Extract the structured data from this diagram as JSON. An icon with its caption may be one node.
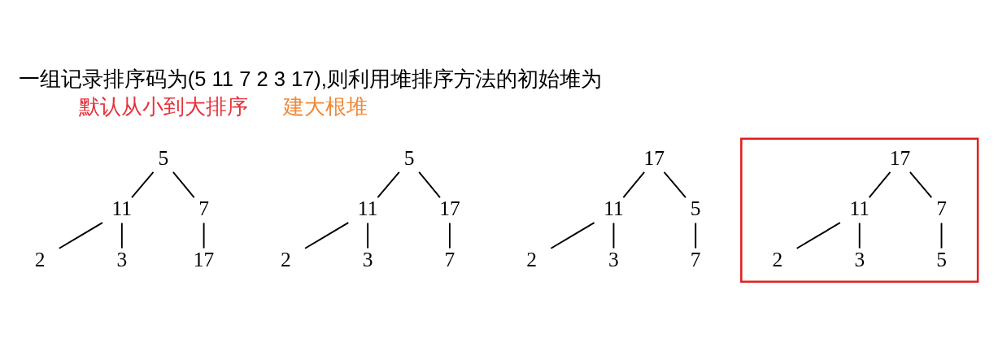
{
  "diagram": {
    "title": "一组记录排序码为(5 11 7 2 3 17),则利用堆排序方法的初始堆为",
    "nodes": [
      {
        "text": [
          "5"
        ]
      },
      {
        "text": [
          "11"
        ]
      },
      {
        "text": [
          "7"
        ]
      },
      {
        "text": [
          "2"
        ]
      },
      {
        "text": [
          "3"
        ]
      },
      {
        "text": [
          "17"
        ]
      },
      {
        "text": [
          "5"
        ]
      },
      {
        "text": [
          "11"
        ]
      },
      {
        "text": [
          "17"
        ]
      },
      {
        "text": [
          "2"
        ]
      },
      {
        "text": [
          "3"
        ]
      },
      {
        "text": [
          "7"
        ]
      },
      {
        "text": [
          "17"
        ]
      },
      {
        "text": [
          "11"
        ]
      },
      {
        "text": [
          "5"
        ]
      },
      {
        "text": [
          "2"
        ]
      },
      {
        "text": [
          "3"
        ]
      },
      {
        "text": [
          "7"
        ]
      },
      {
        "text": [],
        "shape": "box"
      },
      {
        "text": [
          "17"
        ],
        "in": 18
      },
      {
        "text": [
          "11"
        ],
        "in": 18
      },
      {
        "text": [
          "7"
        ],
        "in": 18
      },
      {
        "text": [
          "2"
        ],
        "in": 18
      },
      {
        "text": [
          "3"
        ],
        "in": 18
      },
      {
        "text": [
          "5"
        ],
        "in": 18
      }
    ],
    "edges": [
      {
        "from": 0,
        "to": 1,
        "arrow": "none"
      },
      {
        "from": 0,
        "to": 2,
        "arrow": "none"
      },
      {
        "from": 1,
        "to": 3,
        "arrow": "none"
      },
      {
        "from": 1,
        "to": 4,
        "arrow": "none"
      },
      {
        "from": 2,
        "to": 5,
        "arrow": "none"
      },
      {
        "from": 6,
        "to": 7,
        "arrow": "none"
      },
      {
        "from": 6,
        "to": 8,
        "arrow": "none"
      },
      {
        "from": 7,
        "to": 9,
        "arrow": "none"
      },
      {
        "from": 7,
        "to": 10,
        "arrow": "none"
      },
      {
        "from": 8,
        "to": 11,
        "arrow": "none"
      },
      {
        "from": 12,
        "to": 13,
        "arrow": "none"
      },
      {
        "from": 12,
        "to": 14,
        "arrow": "none"
      },
      {
        "from": 13,
        "to": 15,
        "arrow": "none"
      },
      {
        "from": 13,
        "to": 16,
        "arrow": "none"
      },
      {
        "from": 14,
        "to": 17,
        "arrow": "none"
      },
      {
        "from": 19,
        "to": 20,
        "arrow": "none"
      },
      {
        "from": 19,
        "to": 21,
        "arrow": "none"
      },
      {
        "from": 20,
        "to": 22,
        "arrow": "none"
      },
      {
        "from": 20,
        "to": 23,
        "arrow": "none"
      },
      {
        "from": 21,
        "to": 24,
        "arrow": "none"
      }
    ],
    "labels": [
      "默认从小到大排序",
      "建大根堆"
    ]
  }
}
